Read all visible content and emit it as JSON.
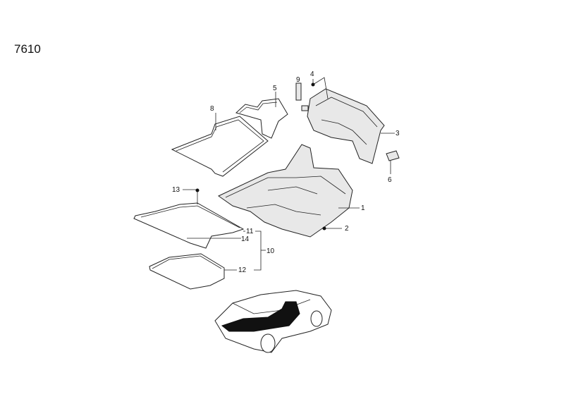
{
  "diagram_code": "7610",
  "callouts": {
    "c1": "1",
    "c2": "2",
    "c3": "3",
    "c4": "4",
    "c5": "5",
    "c6": "6",
    "c8": "8",
    "c9": "9",
    "c10": "10",
    "c11": "11",
    "c12": "12",
    "c13": "13",
    "c14": "14"
  }
}
